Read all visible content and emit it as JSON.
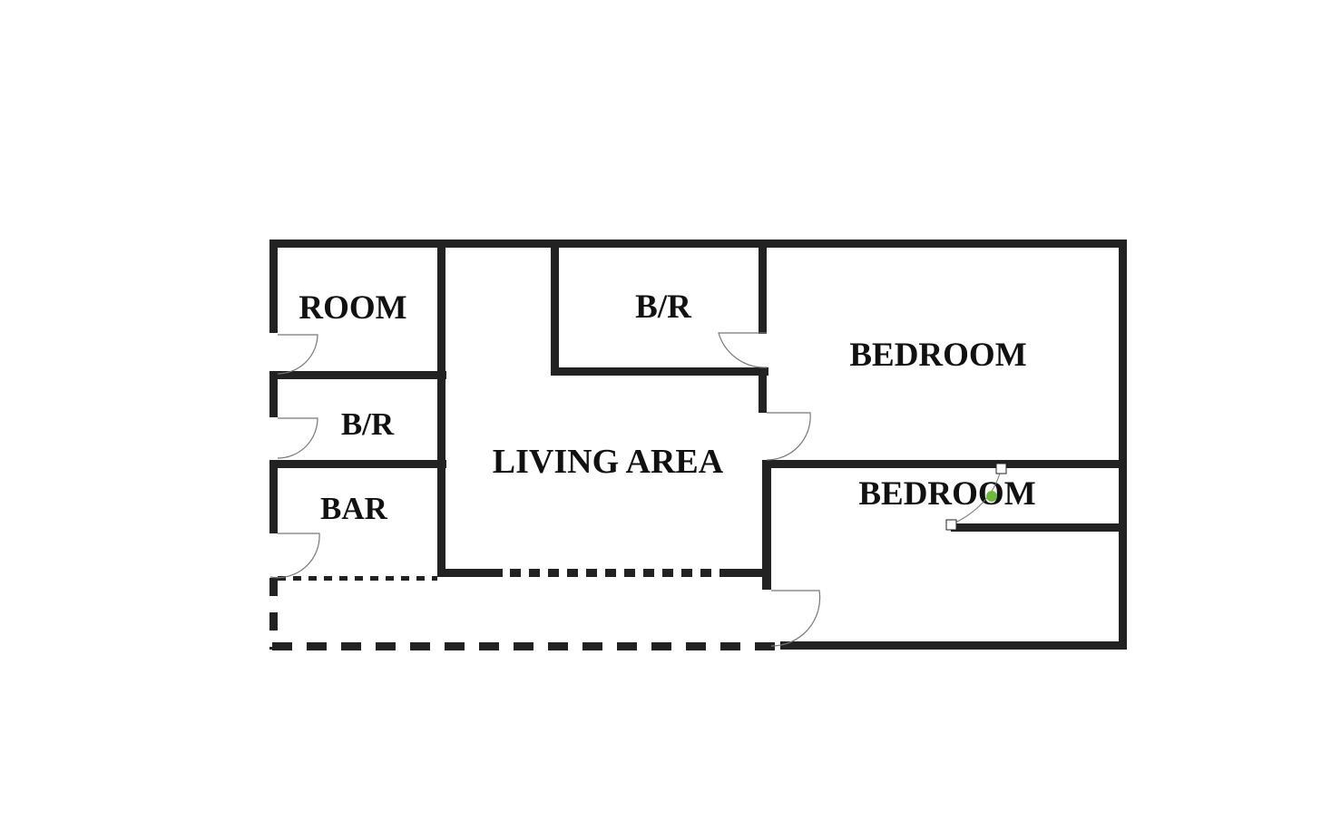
{
  "rooms": {
    "room": "ROOM",
    "br_left": "B/R",
    "bar": "BAR",
    "living": "LIVING AREA",
    "br_top": "B/R",
    "bedroom_1": "BEDROOM",
    "bedroom_2": "BEDROOM"
  },
  "colors": {
    "wall": "#222222",
    "door": "#777777",
    "rotation_handle": "#6dbb3a"
  }
}
